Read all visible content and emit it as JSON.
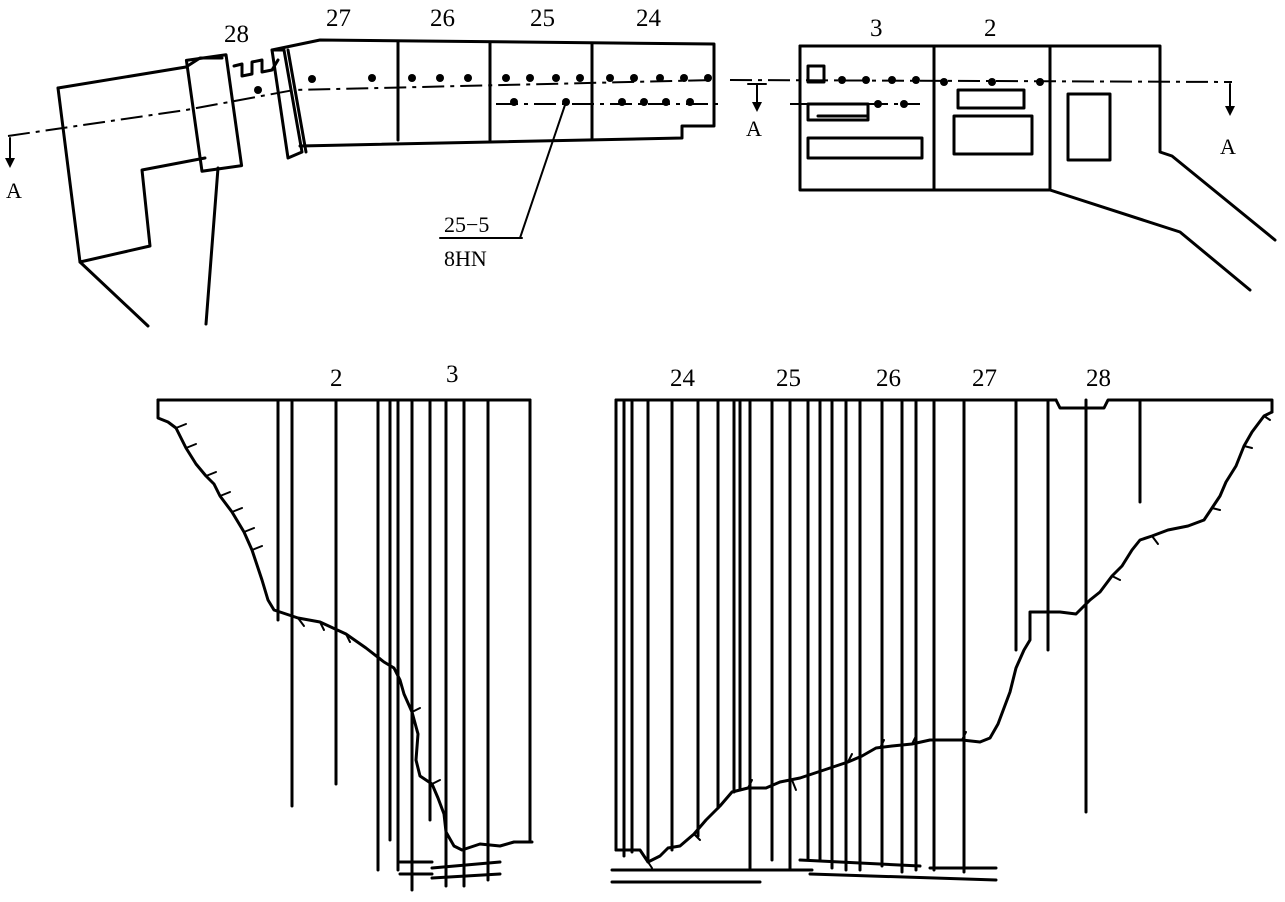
{
  "plan_view": {
    "left_block": {
      "section_labels": [
        "28",
        "27",
        "26",
        "25",
        "24"
      ]
    },
    "right_block": {
      "section_labels": [
        "3",
        "2"
      ]
    },
    "callout": {
      "numerator": "25−5",
      "denominator": "8HN"
    },
    "section_marks": [
      "A",
      "A",
      "A"
    ]
  },
  "profile_view": {
    "left_block": {
      "section_labels": [
        "2",
        "3"
      ]
    },
    "right_block": {
      "section_labels": [
        "24",
        "25",
        "26",
        "27",
        "28"
      ]
    }
  }
}
